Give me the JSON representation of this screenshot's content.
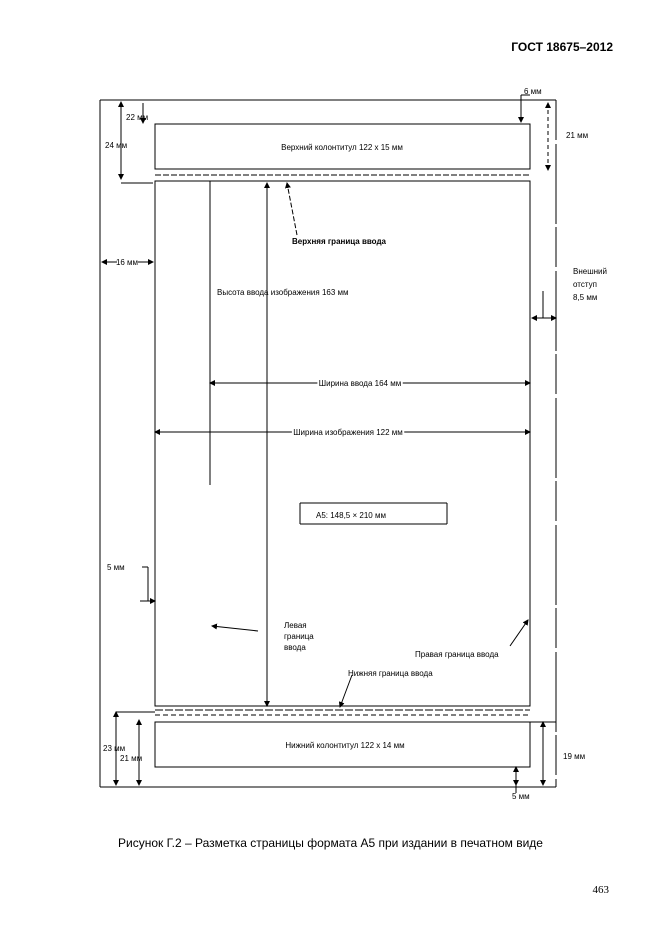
{
  "header": {
    "doc_code": "ГОСТ 18675–2012"
  },
  "diagram": {
    "top_margin_22": "22 мм",
    "top_margin_24": "24 мм",
    "top_right_6": "6 мм",
    "right_21": "21 мм",
    "header_box": "Верхний колонтитул 122 x 15 мм",
    "upper_limit": "Верхняя граница ввода",
    "left_margin_16": "16 мм",
    "outer_indent_1": "Внешний",
    "outer_indent_2": "отступ",
    "outer_indent_3": "8,5 мм",
    "image_height": "Высота ввода изображения 163 мм",
    "input_width": "Ширина ввода 164 мм",
    "image_width": "Ширина изображения 122 мм",
    "format_box": "А5: 148,5 × 210 мм",
    "left_5": "5 мм",
    "left_limit_1": "Левая",
    "left_limit_2": "граница",
    "left_limit_3": "ввода",
    "right_limit": "Правая граница ввода",
    "lower_limit": "Нижняя граница ввода",
    "footer_box": "Нижний колонтитул 122 x 14 мм",
    "bottom_23": "23 мм",
    "bottom_21": "21 мм",
    "bottom_19": "19 мм",
    "bottom_5": "5 мм"
  },
  "caption": "Рисунок Г.2 – Разметка страницы формата А5 при издании в печатном виде",
  "page_number": "463"
}
